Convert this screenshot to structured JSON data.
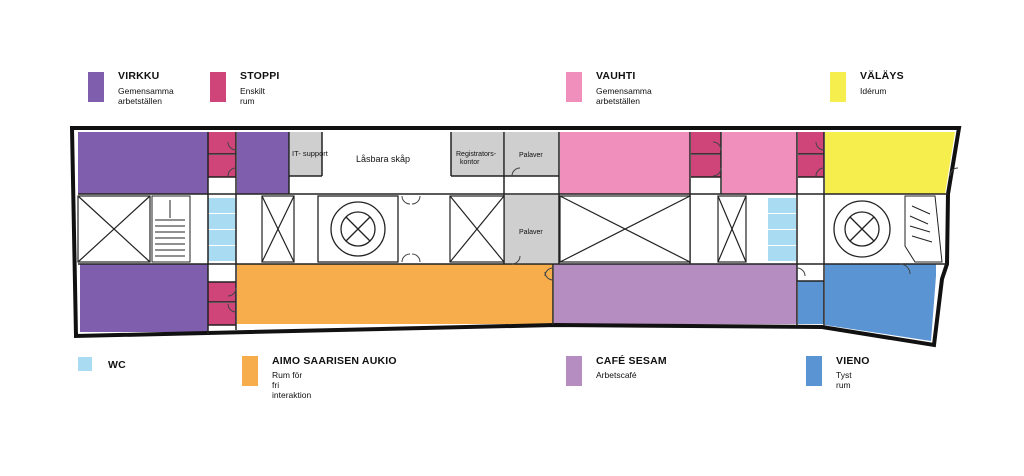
{
  "colors": {
    "virkku": "#7f5fad",
    "stoppi": "#cf4579",
    "vauhti": "#f08fbc",
    "valays": "#f6ee4c",
    "wc": "#a9dcf3",
    "aimo": "#f7ad4c",
    "cafe": "#b68dc0",
    "vieno": "#5b94d3",
    "service": "#cfcfcf"
  },
  "legend": {
    "virkku": {
      "title": "VIRKKU",
      "subtitle": "Gemensamma\narbetställen"
    },
    "stoppi": {
      "title": "STOPPI",
      "subtitle": "Enskilt rum"
    },
    "vauhti": {
      "title": "VAUHTI",
      "subtitle": "Gemensamma\narbetställen"
    },
    "valays": {
      "title": "VÄLÄYS",
      "subtitle": "Idérum"
    },
    "wc": {
      "title": "WC"
    },
    "aimo": {
      "title": "AIMO SAARISEN AUKIO",
      "subtitle": "Rum för fri interaktion"
    },
    "cafe": {
      "title": "CAFÉ SESAM",
      "subtitle": "Arbetscafé"
    },
    "vieno": {
      "title": "VIENO",
      "subtitle": "Tyst rum"
    }
  },
  "plan_labels": {
    "it_support": "IT- support",
    "lockers": "Låsbara skåp",
    "registrator_1": "Registrators-",
    "registrator_2": "kontor",
    "palaver_top": "Palaver",
    "palaver_mid": "Palaver"
  }
}
